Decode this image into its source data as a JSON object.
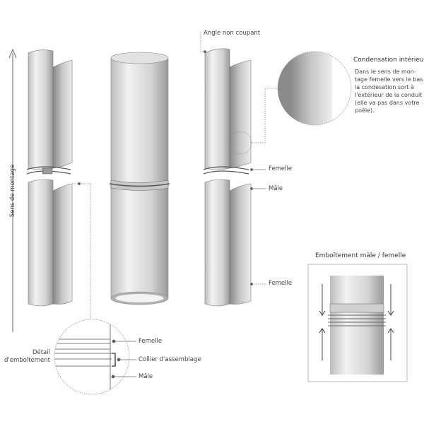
{
  "axis": {
    "label": "Sens de montage"
  },
  "labels": {
    "angle": "Angle non coupant",
    "femelle_top": "Femelle",
    "male": "Mâle",
    "femelle_bottom": "Femelle"
  },
  "condensation": {
    "title": "Condensation intérieur",
    "text": "Dans le sens de mon-tage femelle vers le bas la condesation sort à l'extérieur de la conduit (elle va pas dans votre poêle)."
  },
  "emboitement": {
    "title": "Emboîtement mâle / femelle"
  },
  "detail": {
    "title_line1": "Détail",
    "title_line2": "d'emboîtement",
    "femelle": "Femelle",
    "collier": "Collier d'assemblage",
    "male": "Mâle"
  },
  "colors": {
    "pipe_light": "#e8e8e8",
    "pipe_dark": "#9a9a9a",
    "line": "#555555"
  }
}
